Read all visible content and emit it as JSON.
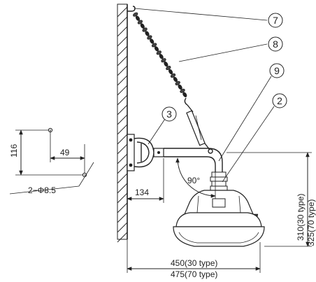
{
  "callouts": {
    "c7": "7",
    "c8": "8",
    "c9": "9",
    "c2": "2",
    "c3": "3"
  },
  "dimensions": {
    "height_116": "116",
    "width_49": "49",
    "holes": "2−Φ8.5",
    "arm_134": "134",
    "angle": "90°",
    "height_30": "310(30 type)",
    "height_70": "325(70 type)",
    "width_30": "450(30 type)",
    "width_70": "475(70 type)"
  }
}
